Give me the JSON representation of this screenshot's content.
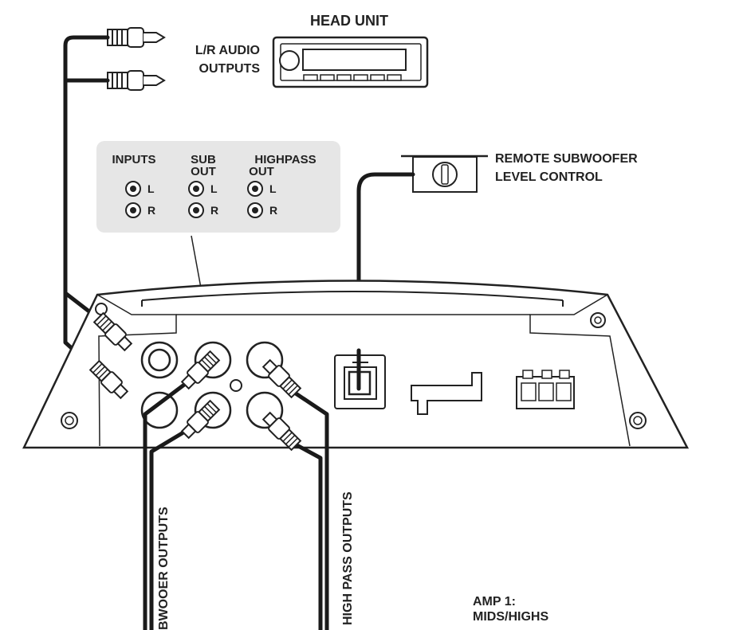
{
  "labels": {
    "head_unit": "HEAD UNIT",
    "lr_audio_line1": "L/R AUDIO",
    "lr_audio_line2": "OUTPUTS",
    "remote_line1": "REMOTE SUBWOOFER",
    "remote_line2": "LEVEL CONTROL",
    "sub_outputs": "BWOOER OUTPUTS",
    "highpass_outputs": "HIGH PASS OUTPUTS",
    "amp_line1": "AMP 1:",
    "amp_line2": "MIDS/HIGHS"
  },
  "panel": {
    "inputs": "INPUTS",
    "sub_line1": "SUB",
    "sub_line2": "OUT",
    "hp_line1": "HIGHPASS",
    "hp_line2": "OUT",
    "left": "L",
    "right": "R"
  },
  "colors": {
    "line": "#222222",
    "panel_fill": "#e6e6e6",
    "background": "#ffffff"
  }
}
